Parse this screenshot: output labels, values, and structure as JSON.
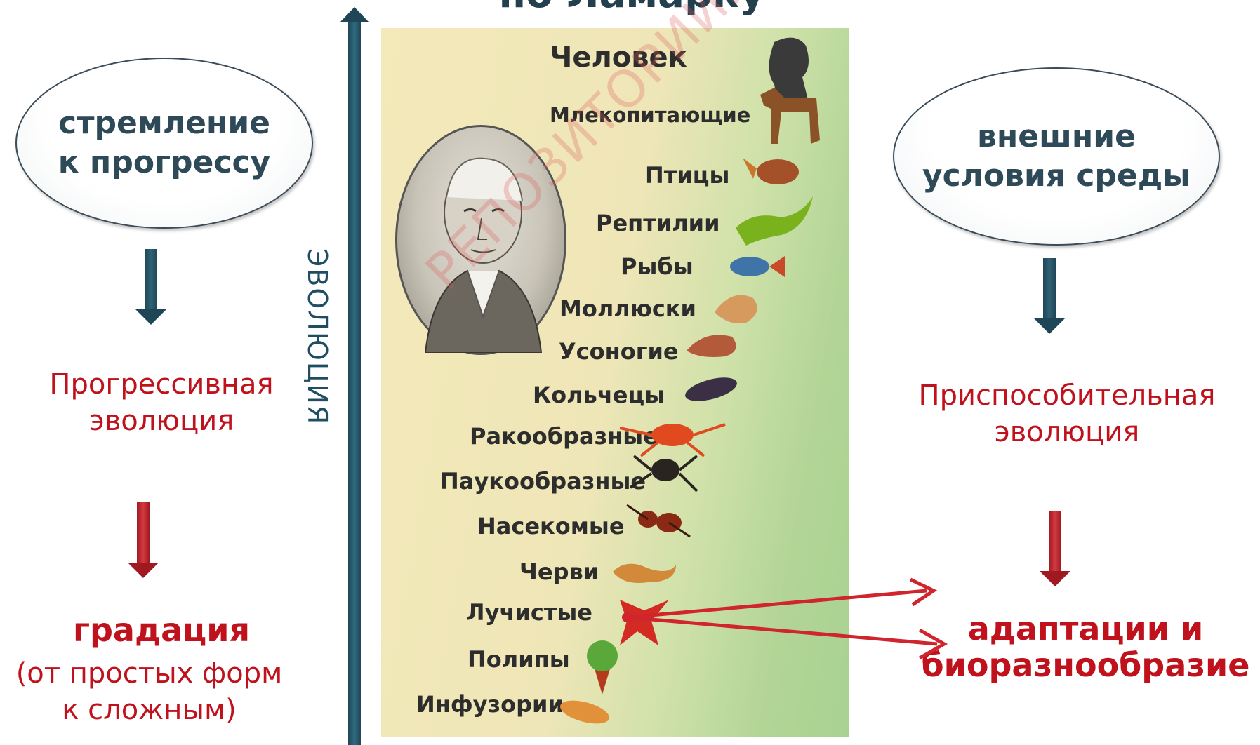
{
  "title": "по Ламарку",
  "left": {
    "ellipse_text": "стремление\nк прогрессу",
    "middle_text": "Прогрессивная\nэволюция",
    "bottom_bold": "градация",
    "bottom_text": "(от простых форм\nк сложным)"
  },
  "right": {
    "ellipse_text": "внешние\nусловия среды",
    "middle_text": "Приспособительная\nэволюция",
    "bottom_bold": "адаптации и\nбиоразнообразие"
  },
  "axis_label": "ЭВОЛЮЦИЯ",
  "ladder": [
    "Человек",
    "Млекопитающие",
    "Птицы",
    "Рептилии",
    "Рыбы",
    "Моллюски",
    "Усоногие",
    "Кольчецы",
    "Ракообразные",
    "Паукообразные",
    "Насекомые",
    "Черви",
    "Лучистые",
    "Полипы",
    "Инфузории"
  ],
  "watermark": "РЕПОЗИТОРИЙ.RU",
  "colors": {
    "dark_arrow": "#1f4656",
    "red": "#c0121c",
    "ellipse_text": "#2e4a58"
  }
}
